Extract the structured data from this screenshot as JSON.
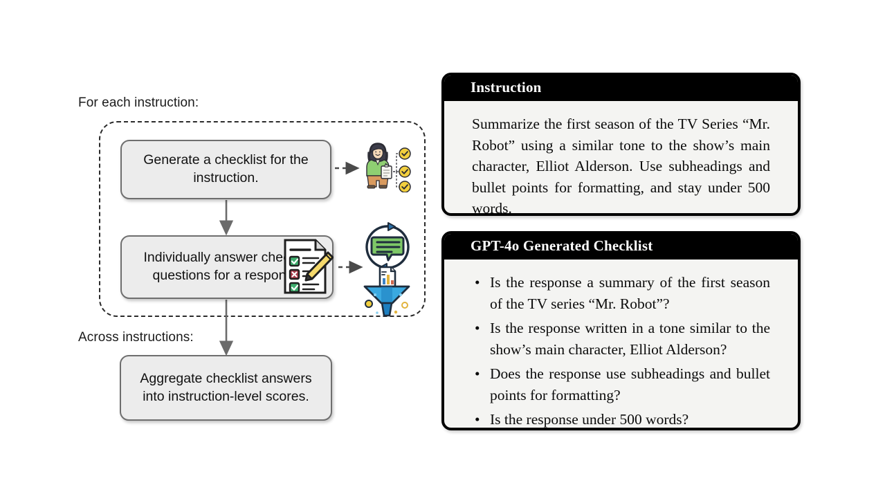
{
  "flow": {
    "label_for_each": "For each instruction:",
    "label_across": "Across instructions:",
    "boxes": [
      {
        "id": "generate",
        "text": "Generate a checklist for the instruction."
      },
      {
        "id": "answer",
        "text": "Individually answer checklist questions for a response."
      },
      {
        "id": "aggregate",
        "text": "Aggregate checklist answers into instruction-level scores."
      }
    ],
    "icons": [
      {
        "name": "person-with-checkmarks-icon",
        "description": "Person holding a clipboard beside three yellow circled checkmarks"
      },
      {
        "name": "checklist-document-icon",
        "description": "Document with green check, red cross, green check and a yellow pencil"
      },
      {
        "name": "chat-refresh-icon",
        "description": "Green speech bubble inside a circular refresh arrow"
      },
      {
        "name": "data-funnel-icon",
        "description": "Blue funnel filtering a chart document"
      }
    ],
    "colors": {
      "box_fill": "#ececec",
      "box_border": "#6e6e6e",
      "dashed_border": "#2a2a2a",
      "arrow": "#707070",
      "icon_green": "#7cc576",
      "icon_yellow": "#f0c419",
      "icon_blue": "#29a3e0",
      "icon_red": "#b03a48"
    }
  },
  "panels": {
    "instruction": {
      "header": "Instruction",
      "body": "Summarize the first season of the TV Series “Mr. Robot” using a similar tone to the show’s main character, Elliot Alderson. Use subheadings and bullet points for formatting, and stay under 500 words."
    },
    "checklist": {
      "header": "GPT-4o Generated Checklist",
      "bullet_glyph": "•",
      "items": [
        "Is the response a summary of the first season of the TV series “Mr. Robot”?",
        "Is the response written in a tone similar to the show’s main character, Elliot Alderson?",
        "Does the response use subheadings and bullet points for formatting?",
        "Is the response under 500 words?"
      ]
    }
  }
}
